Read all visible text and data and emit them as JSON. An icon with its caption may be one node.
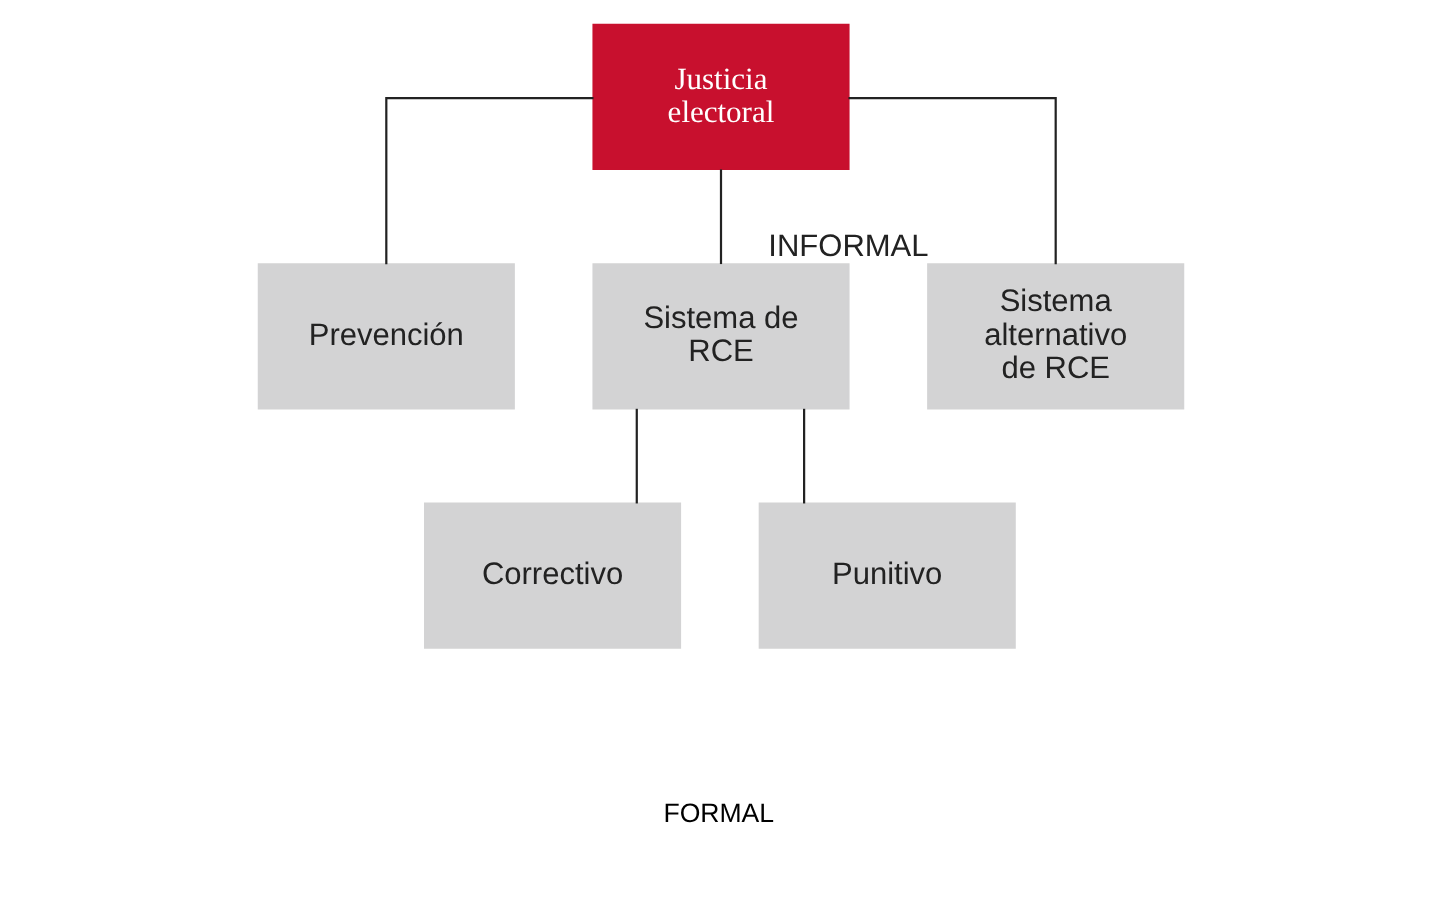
{
  "diagram": {
    "nodes": [
      {
        "text": [
          "Justicia electoral"
        ]
      },
      {
        "text": [
          "Prevención"
        ]
      },
      {
        "text": [
          "Sistema de RCE"
        ]
      },
      {
        "text": [
          "Sistema alternativo de RCE"
        ],
        "beside": [
          "INFORMAL"
        ]
      },
      {
        "text": [
          "Correctivo"
        ]
      },
      {
        "text": [
          "Punitivo"
        ]
      }
    ],
    "edges": [
      {
        "from": 0,
        "to": 1,
        "arrow": "none"
      },
      {
        "from": 0,
        "to": 2,
        "arrow": "none"
      },
      {
        "from": 0,
        "to": 3,
        "arrow": "none"
      },
      {
        "from": 2,
        "to": 4,
        "arrow": "none"
      },
      {
        "from": 2,
        "to": 5,
        "arrow": "none"
      }
    ],
    "labels": [
      "FORMAL"
    ]
  }
}
